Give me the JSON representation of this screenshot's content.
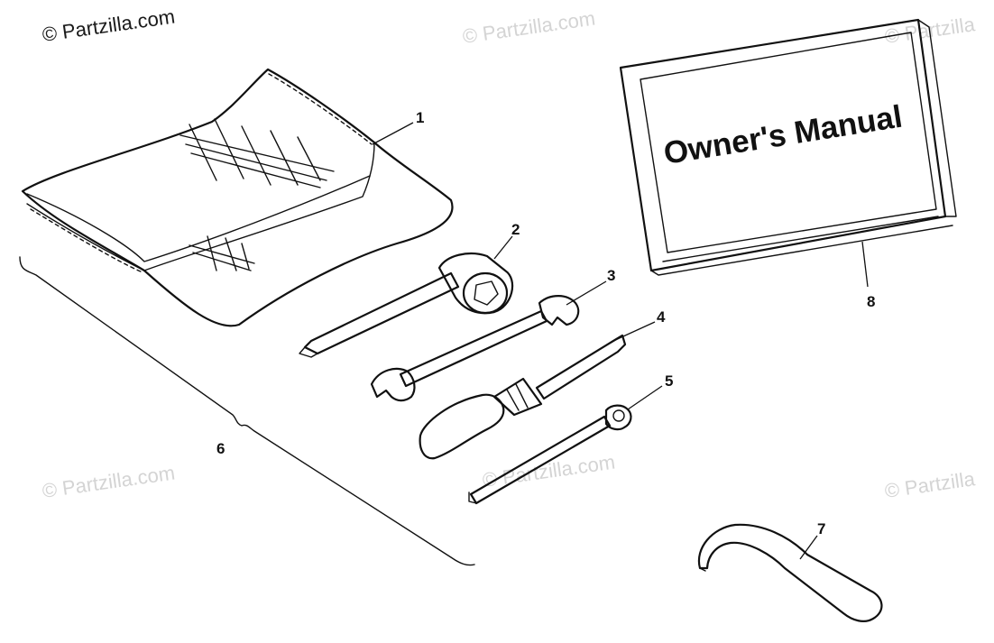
{
  "watermarks": {
    "main": "© Partzilla.com",
    "faint": "© Partzilla.com",
    "faint_short": "© Partzilla"
  },
  "manual": {
    "title": "Owner's Manual"
  },
  "callouts": {
    "c1": "1",
    "c2": "2",
    "c3": "3",
    "c4": "4",
    "c5": "5",
    "c6": "6",
    "c7": "7",
    "c8": "8"
  },
  "colors": {
    "ink": "#111111",
    "watermark": "#d4d4d4",
    "background": "#ffffff"
  }
}
